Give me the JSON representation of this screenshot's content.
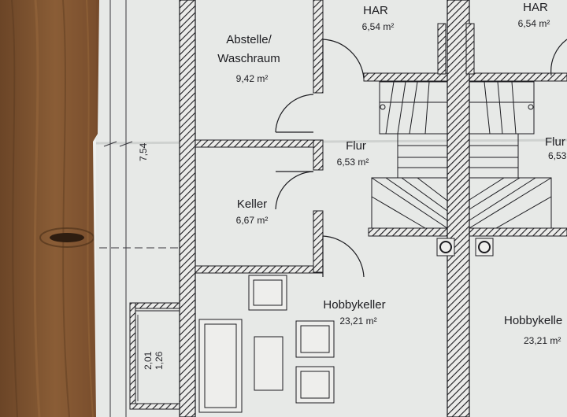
{
  "photo": {
    "subject": "floor-plan-printout-on-wooden-table",
    "colors": {
      "wood": "#7a5230",
      "paper": "#eef0ee",
      "ink": "#1d1d22"
    }
  },
  "rooms": {
    "abstelle": {
      "name_line1": "Abstelle/",
      "name_line2": "Waschraum",
      "area": "9,42 m²"
    },
    "har_left": {
      "name": "HAR",
      "area": "6,54 m²"
    },
    "har_right": {
      "name": "HAR",
      "area": "6,54 m²"
    },
    "flur_left": {
      "name": "Flur",
      "area": "6,53 m²"
    },
    "flur_right": {
      "name": "Flur",
      "area": "6,53"
    },
    "keller": {
      "name": "Keller",
      "area": "6,67 m²"
    },
    "hobby_left": {
      "name": "Hobbykeller",
      "area": "23,21 m²"
    },
    "hobby_right": {
      "name": "Hobbykelle",
      "area": "23,21 m²"
    }
  },
  "dimensions": {
    "overall": "7,54",
    "window_width": "2,01",
    "window_height": "1,26"
  }
}
